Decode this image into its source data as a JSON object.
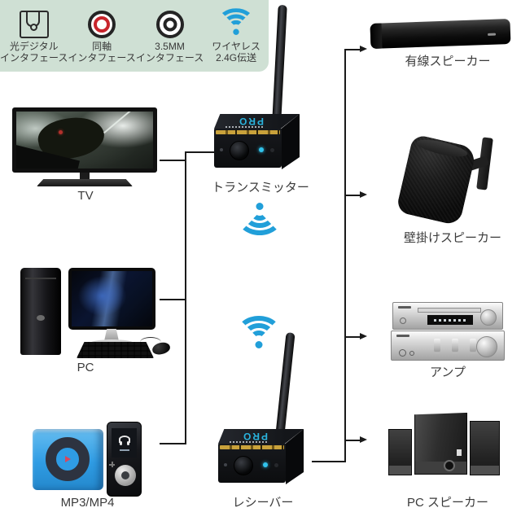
{
  "header": {
    "bg_color": "#cfe0d4",
    "features": [
      {
        "icon": "optical-digital-interface-icon",
        "line1": "光デジタル",
        "line2": "インタフェース"
      },
      {
        "icon": "coaxial-interface-icon",
        "line1": "同軸",
        "line2": "インタフェース"
      },
      {
        "icon": "35mm-interface-icon",
        "line1": "3.5MM",
        "line2": "インタフェース"
      },
      {
        "icon": "wireless-24g-icon",
        "line1": "ワイヤレス",
        "line2": "2.4G伝送"
      }
    ]
  },
  "sources": {
    "tv": {
      "label": "TV"
    },
    "pc": {
      "label": "PC"
    },
    "mp3": {
      "label": "MP3/MP4"
    }
  },
  "center": {
    "transmitter": {
      "label": "トランスミッター"
    },
    "receiver": {
      "label": "レシーバー"
    },
    "unit_logo": "PRO"
  },
  "outputs": {
    "wired_speaker": {
      "label": "有線スピーカー"
    },
    "wall_speaker": {
      "label": "壁掛けスピーカー"
    },
    "amplifier": {
      "label": "アンプ"
    },
    "pc_speaker": {
      "label": "PC スピーカー"
    }
  },
  "colors": {
    "header_bg": "#cfe0d4",
    "wifi_blue": "#219fd9",
    "coaxial_red": "#c8252c",
    "connector_line": "#1a1a1a",
    "label_text": "#3b3b3b",
    "mp3_blue": "#2f9ce4",
    "device_gold_stripe": "#c9a23b"
  }
}
